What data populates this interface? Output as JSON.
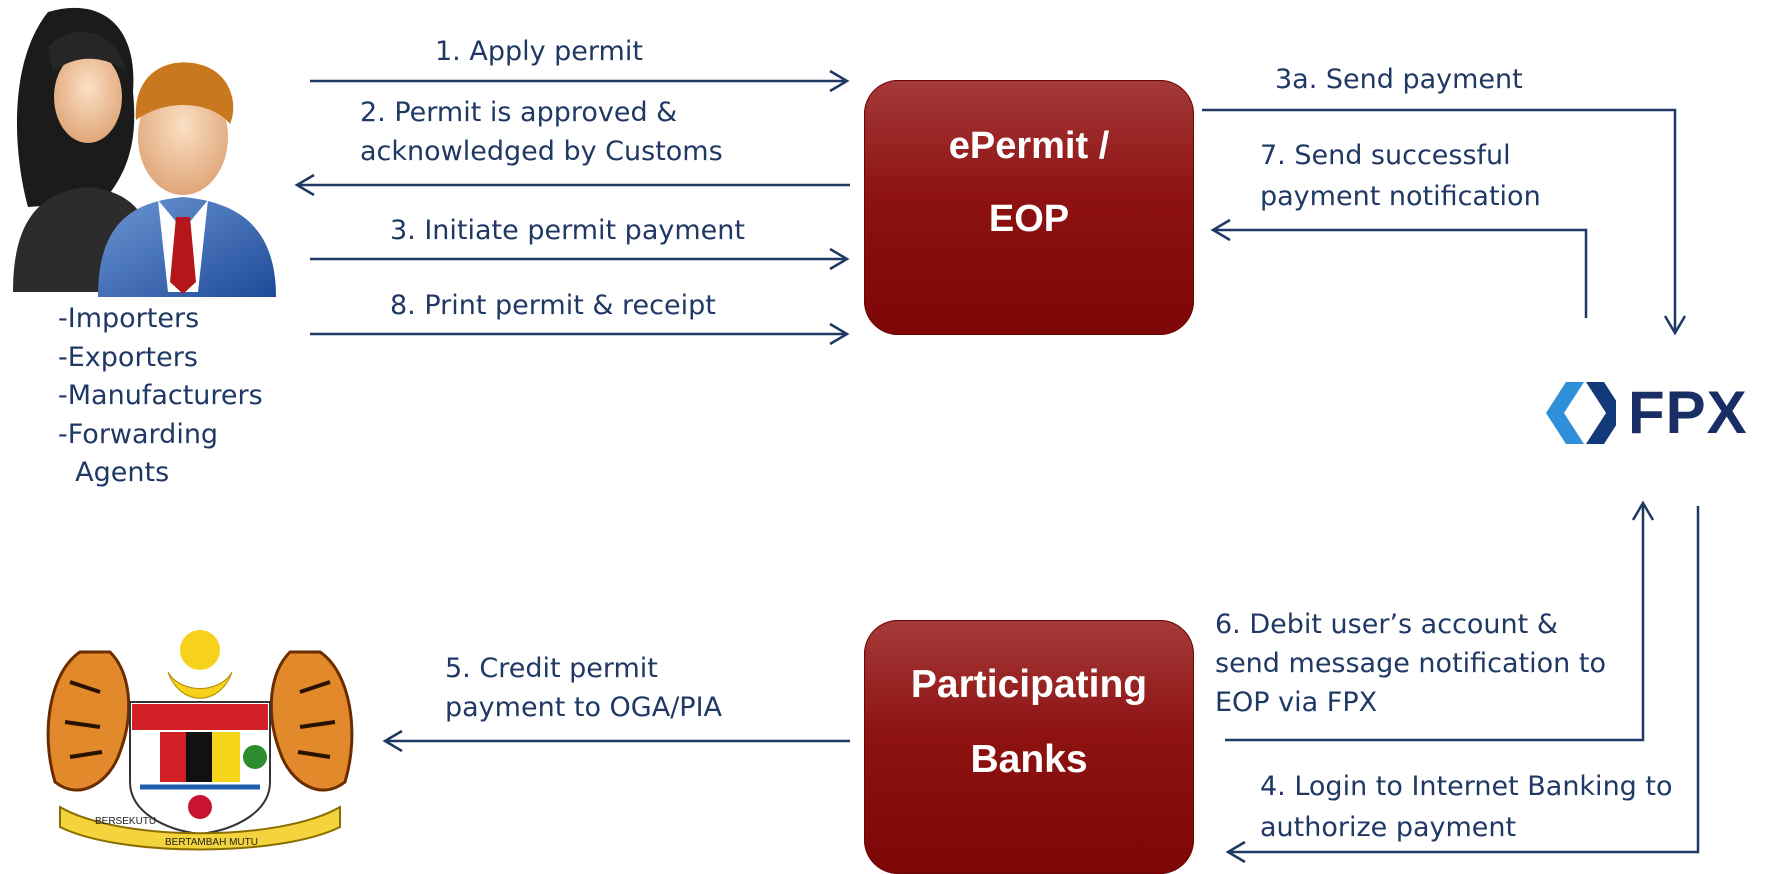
{
  "nodes": {
    "epermit": {
      "line1": "ePermit /",
      "line2": "EOP"
    },
    "banks": {
      "line1": "Participating",
      "line2": "Banks"
    },
    "fpx": {
      "text": "FPX"
    },
    "users": {
      "roles": [
        "-Importers",
        "-Exporters",
        "-Manufacturers",
        "-Forwarding",
        "  Agents"
      ]
    },
    "coat_of_arms": {
      "ribbon_left": "BERSEKUTU",
      "ribbon_bottom": "BERTAMBAH MUTU"
    }
  },
  "steps": {
    "s1": "1. Apply permit",
    "s2a": "2. Permit is approved &",
    "s2b": "acknowledged by Customs",
    "s3": "3. Initiate permit payment",
    "s8": "8. Print permit & receipt",
    "s3a": "3a. Send payment",
    "s7a": "7. Send successful",
    "s7b": "payment notification",
    "s6a": "6. Debit user’s account &",
    "s6b": "send message notification to",
    "s6c": "EOP via FPX",
    "s5a": "5. Credit permit",
    "s5b": "payment to OGA/PIA",
    "s4a": "4. Login to Internet Banking to",
    "s4b": "authorize payment"
  },
  "colors": {
    "arrow": "#1f3864",
    "text": "#1f3864",
    "box": "#8e1212",
    "fpx_logo": "#1c5fa8",
    "fpx_text": "#1a2e66"
  }
}
